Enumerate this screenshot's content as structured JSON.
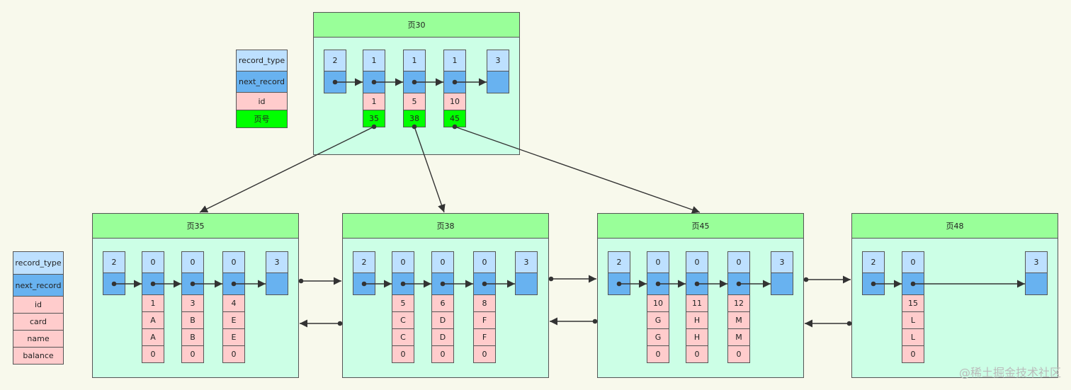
{
  "legend_top": {
    "rows": [
      {
        "label": "record_type",
        "kind": "type"
      },
      {
        "label": "next_record",
        "kind": "next"
      },
      {
        "label": "id",
        "kind": "val"
      },
      {
        "label": "页号",
        "kind": "page"
      }
    ]
  },
  "legend_bottom": {
    "rows": [
      {
        "label": "record_type",
        "kind": "type"
      },
      {
        "label": "next_record",
        "kind": "next"
      },
      {
        "label": "id",
        "kind": "val"
      },
      {
        "label": "card",
        "kind": "val"
      },
      {
        "label": "name",
        "kind": "val"
      },
      {
        "label": "balance",
        "kind": "val"
      }
    ]
  },
  "root_page": {
    "title": "页30",
    "infimum_type": "2",
    "supremum_type": "3",
    "records": [
      {
        "type": "1",
        "id": "1",
        "page_no": "35"
      },
      {
        "type": "1",
        "id": "5",
        "page_no": "38"
      },
      {
        "type": "1",
        "id": "10",
        "page_no": "45"
      }
    ]
  },
  "leaf_pages": [
    {
      "title": "页35",
      "infimum_type": "2",
      "supremum_type": "3",
      "records": [
        {
          "type": "0",
          "id": "1",
          "card": "A",
          "name": "A",
          "balance": "0"
        },
        {
          "type": "0",
          "id": "3",
          "card": "B",
          "name": "B",
          "balance": "0"
        },
        {
          "type": "0",
          "id": "4",
          "card": "E",
          "name": "E",
          "balance": "0"
        }
      ]
    },
    {
      "title": "页38",
      "infimum_type": "2",
      "supremum_type": "3",
      "records": [
        {
          "type": "0",
          "id": "5",
          "card": "C",
          "name": "C",
          "balance": "0"
        },
        {
          "type": "0",
          "id": "6",
          "card": "D",
          "name": "D",
          "balance": "0"
        },
        {
          "type": "0",
          "id": "8",
          "card": "F",
          "name": "F",
          "balance": "0"
        }
      ]
    },
    {
      "title": "页45",
      "infimum_type": "2",
      "supremum_type": "3",
      "records": [
        {
          "type": "0",
          "id": "10",
          "card": "G",
          "name": "G",
          "balance": "0"
        },
        {
          "type": "0",
          "id": "11",
          "card": "H",
          "name": "H",
          "balance": "0"
        },
        {
          "type": "0",
          "id": "12",
          "card": "M",
          "name": "M",
          "balance": "0"
        }
      ]
    },
    {
      "title": "页48",
      "infimum_type": "2",
      "supremum_type": "3",
      "records": [
        {
          "type": "0",
          "id": "15",
          "card": "L",
          "name": "L",
          "balance": "0"
        }
      ]
    }
  ],
  "watermark": "@稀土掘金技术社区",
  "colors": {
    "background": "#f8f9ec",
    "page_body": "#ccffe6",
    "page_header": "#99ff99",
    "record_type_cell": "#bde0ff",
    "next_record_cell": "#68b2f0",
    "value_cell": "#ffcccc",
    "page_no_cell": "#00ff00",
    "arrow": "#333333"
  }
}
